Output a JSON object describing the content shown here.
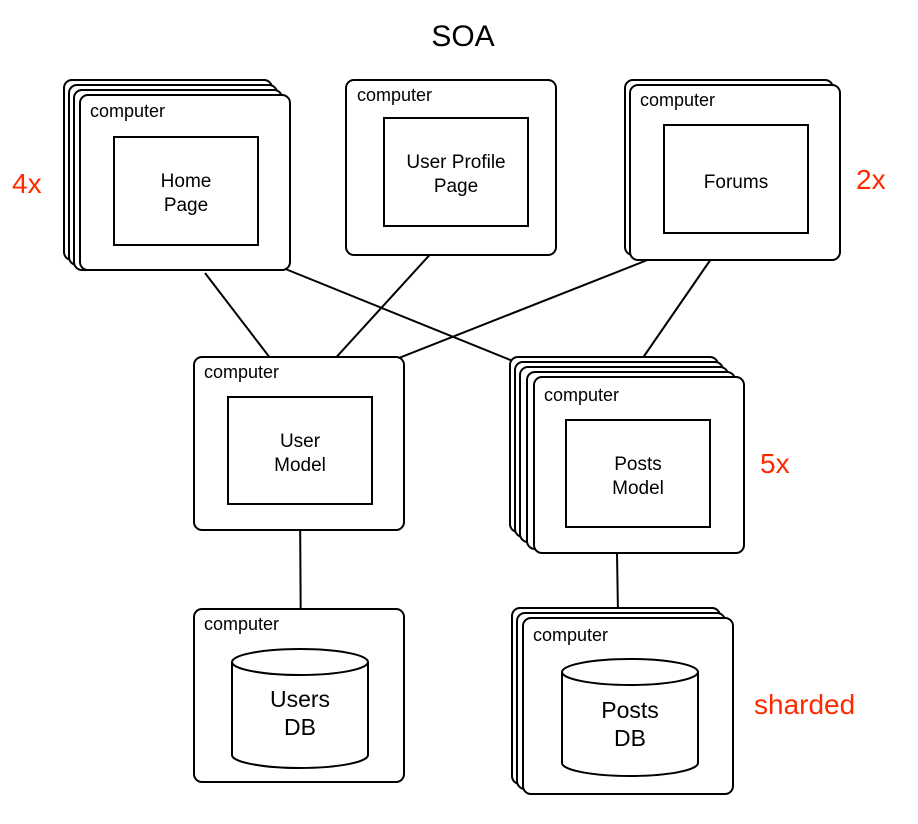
{
  "title": "SOA",
  "computer_label": "computer",
  "colors": {
    "annotation": "#ff2a00",
    "stroke": "#000000"
  },
  "nodes": {
    "home": {
      "line1": "Home",
      "line2": "Page"
    },
    "profile": {
      "line1": "User Profile",
      "line2": "Page"
    },
    "forums": {
      "line1": "Forums"
    },
    "user_model": {
      "line1": "User",
      "line2": "Model"
    },
    "posts_model": {
      "line1": "Posts",
      "line2": "Model"
    },
    "users_db": {
      "line1": "Users",
      "line2": "DB"
    },
    "posts_db": {
      "line1": "Posts",
      "line2": "DB"
    }
  },
  "annotations": {
    "home": "4x",
    "forums": "2x",
    "posts_model": "5x",
    "posts_db": "sharded"
  },
  "edges": [
    {
      "from": "home",
      "to": "user_model"
    },
    {
      "from": "home",
      "to": "posts_model"
    },
    {
      "from": "profile",
      "to": "user_model"
    },
    {
      "from": "forums",
      "to": "user_model"
    },
    {
      "from": "forums",
      "to": "posts_model"
    },
    {
      "from": "user_model",
      "to": "users_db"
    },
    {
      "from": "posts_model",
      "to": "posts_db"
    }
  ]
}
